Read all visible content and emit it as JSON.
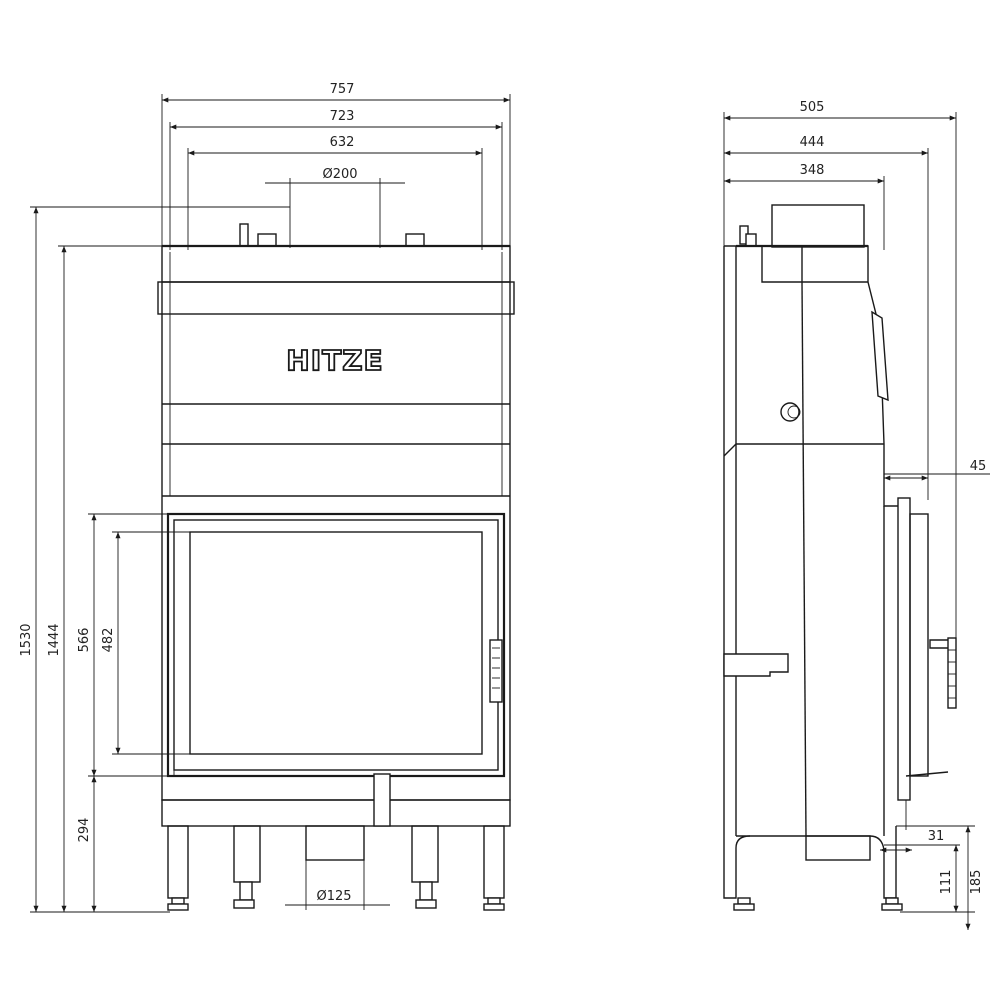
{
  "brand": "HITZE",
  "front_view": {
    "width_dims": [
      "757",
      "723",
      "632"
    ],
    "flue_diameter_top": "Ø200",
    "air_inlet_diameter_bottom": "Ø125",
    "height_dims": [
      "1530",
      "1444",
      "566",
      "482",
      "294"
    ]
  },
  "side_view": {
    "depth_dims": [
      "505",
      "444",
      "348"
    ],
    "door_offset": "45",
    "leg_offset": "31",
    "bottom_heights": [
      "111",
      "185"
    ]
  }
}
